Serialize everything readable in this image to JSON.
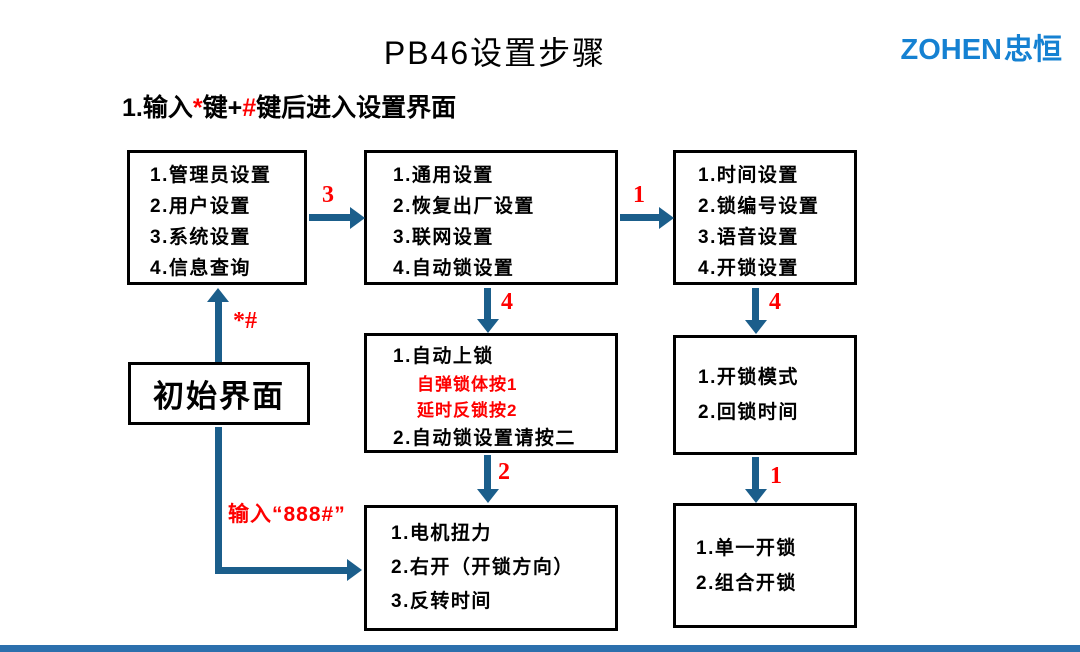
{
  "colors": {
    "arrow_blue": "#1b5e8b",
    "red": "#fe0000",
    "logo_blue": "#1581d2",
    "footer_blue": "#2c70ad"
  },
  "header": {
    "title": "PB46设置步骤",
    "logo_latin": "ZOHEN",
    "logo_cjk": "忠恒"
  },
  "subtitle": {
    "prefix": "1.输入",
    "star": "*",
    "mid": "键+",
    "hash": "#",
    "suffix": "键后进入设置界面"
  },
  "boxes": {
    "admin": {
      "lines": [
        "1.管理员设置",
        "2.用户设置",
        "3.系统设置",
        "4.信息查询"
      ]
    },
    "general": {
      "lines": [
        "1.通用设置",
        "2.恢复出厂设置",
        "3.联网设置",
        "4.自动锁设置"
      ]
    },
    "time": {
      "lines": [
        "1.时间设置",
        "2.锁编号设置",
        "3.语音设置",
        "4.开锁设置"
      ]
    },
    "autolock": {
      "line_top": "1.自动上锁",
      "red_lines": [
        "自弹锁体按1",
        "延时反锁按2"
      ],
      "line_bottom": "2.自动锁设置请按二"
    },
    "unlockmode": {
      "lines": [
        "1.开锁模式",
        "2.回锁时间"
      ]
    },
    "initial": {
      "label": "初始界面"
    },
    "motor": {
      "lines": [
        "1.电机扭力",
        "2.右开（开锁方向）",
        "3.反转时间"
      ]
    },
    "unlocktype": {
      "lines": [
        "1.单一开锁",
        "2.组合开锁"
      ]
    }
  },
  "arrow_labels": {
    "a_to_b": "3",
    "b_to_c": "1",
    "b_to_d": "4",
    "c_to_e": "4",
    "d_to_g": "2",
    "e_to_h": "1",
    "initial_to_a": "*#",
    "initial_to_g": "输入“888#”"
  }
}
